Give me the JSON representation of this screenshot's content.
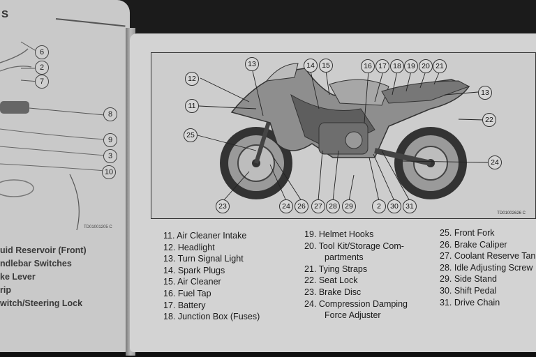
{
  "left_page": {
    "header": "S",
    "callouts": [
      "6",
      "2",
      "7",
      "8",
      "9",
      "3",
      "10"
    ],
    "code": "TD01001205 C",
    "items": [
      "uid Reservoir (Front)",
      "ndlebar Switches",
      "ke Lever",
      "rip",
      "witch/Steering Lock"
    ]
  },
  "diagram": {
    "code": "TD01002626 C",
    "callouts_top": [
      "13",
      "14",
      "15",
      "16",
      "17",
      "18",
      "19",
      "20",
      "21"
    ],
    "callouts_left": [
      "12",
      "11",
      "25"
    ],
    "callouts_right": [
      "13",
      "22",
      "24"
    ],
    "callouts_bottom": [
      "23",
      "24",
      "26",
      "27",
      "28",
      "29",
      "2",
      "30",
      "31"
    ]
  },
  "legend": {
    "col1": [
      "11. Air Cleaner Intake",
      "12. Headlight",
      "13. Turn Signal Light",
      "14. Spark Plugs",
      "15. Air Cleaner",
      "16. Fuel Tap",
      "17. Battery",
      "18. Junction Box (Fuses)"
    ],
    "col2": [
      "19. Helmet Hooks",
      "20. Tool Kit/Storage Com-",
      "partments",
      "21. Tying Straps",
      "22. Seat Lock",
      "23. Brake Disc",
      "24. Compression Damping",
      "Force Adjuster"
    ],
    "col3": [
      "25. Front Fork",
      "26. Brake Caliper",
      "27. Coolant Reserve Tan",
      "28. Idle Adjusting Screw",
      "29. Side Stand",
      "30. Shift Pedal",
      "31. Drive Chain"
    ]
  }
}
